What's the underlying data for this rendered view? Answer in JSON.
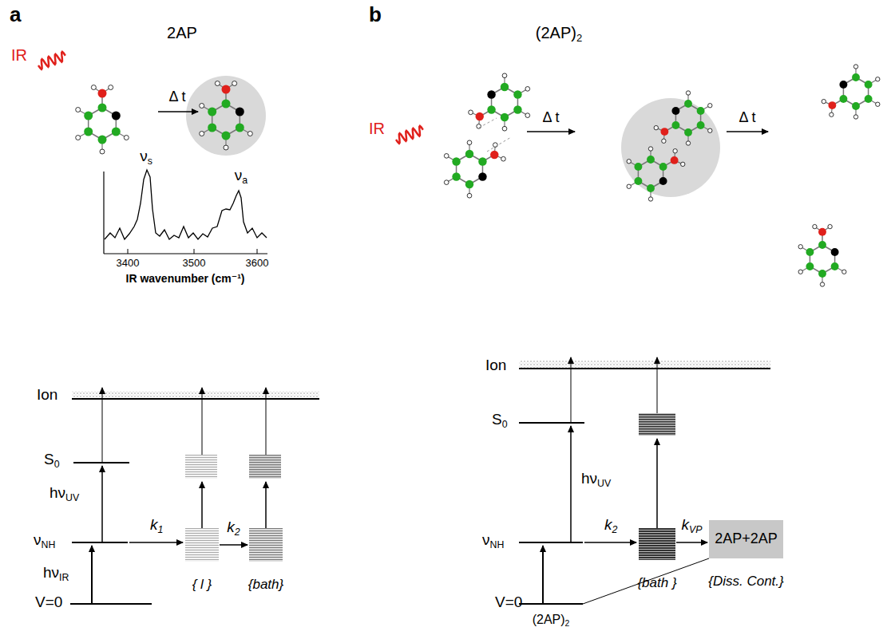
{
  "diagram": {
    "nodes": [
      {
        "text": [
          "{ l }"
        ]
      },
      {
        "text": [
          "{bath}"
        ]
      },
      {
        "text": [
          "{bath }"
        ]
      },
      {
        "text": [
          "2AP+2AP",
          "{Diss. Cont.}"
        ]
      }
    ],
    "edges": [
      {
        "from": 0,
        "to": 1,
        "arrow": "to",
        "label": "k2"
      },
      {
        "from": 2,
        "to": 3,
        "arrow": "to",
        "label": "kVP"
      }
    ],
    "labels": [
      "a",
      "2AP",
      "IR",
      "Δ t",
      "νs",
      "νa",
      "3400",
      "3500",
      "3600",
      "IR wavenumber (cm⁻¹)",
      "Ion",
      "S0",
      "hνUV",
      "νNH",
      "k1",
      "hνIR",
      "V=0",
      "b",
      "(2AP)2",
      "IR",
      "Δ t",
      "Δ t",
      "Ion",
      "S0",
      "hνUV",
      "νNH",
      "k2",
      "V=0",
      "(2AP)2"
    ]
  }
}
